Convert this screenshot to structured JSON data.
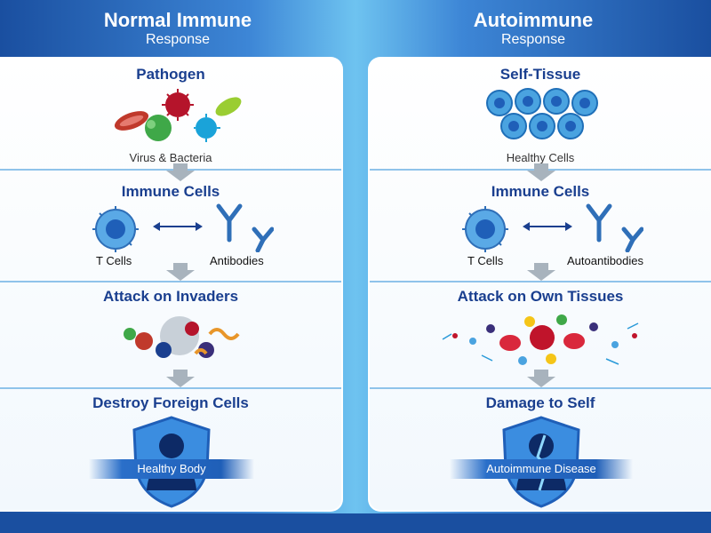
{
  "left": {
    "header_title": "Normal Immune",
    "header_subtitle": "Response",
    "step1_title": "Pathogen",
    "step1_caption": "Virus & Bacteria",
    "step2_title": "Immune Cells",
    "step2_label_a": "T Cells",
    "step2_label_b": "Antibodies",
    "step3_title": "Attack on Invaders",
    "step4_title": "Destroy Foreign Cells",
    "shield_label": "Healthy Body"
  },
  "right": {
    "header_title": "Autoimmune",
    "header_subtitle": "Response",
    "step1_title": "Self-Tissue",
    "step1_caption": "Healthy Cells",
    "step2_title": "Immune Cells",
    "step2_label_a": "T Cells",
    "step2_label_b": "Autoantibodies",
    "step3_title": "Attack on Own Tissues",
    "step4_title": "Damage to Self",
    "shield_label": "Autoimmune Disease"
  },
  "colors": {
    "title_blue": "#1a3f8f",
    "cell_blue": "#2f86d4",
    "shield_blue": "#2a6fc9"
  }
}
